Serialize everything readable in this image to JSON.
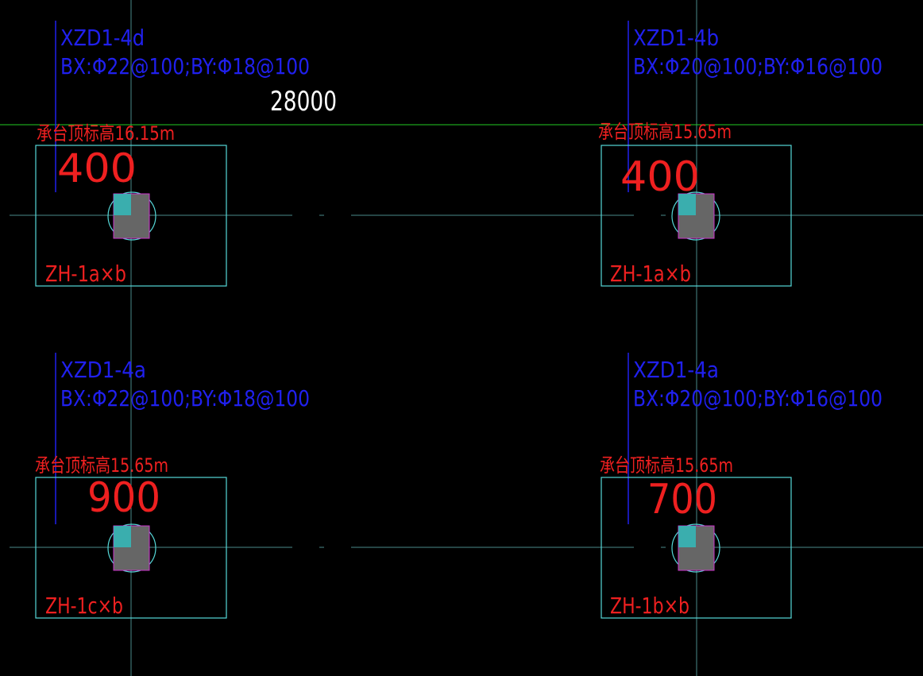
{
  "colors": {
    "background": "#000000",
    "grid_line": "#4a8a8a",
    "green_line": "#22cc22",
    "cap_outline": "#55d8d8",
    "pile_circle": "#55d8d8",
    "pile_fill": "#666666",
    "pile_outline": "#cc33cc",
    "hatch": "#33bbbb",
    "label_blue": "#2020ee",
    "label_red": "#ee2020",
    "label_white": "#ffffff"
  },
  "dimension_text": "28000",
  "foundations": [
    {
      "id": "top-left",
      "beam_tag": "XZD1-4d",
      "reinforcement": "BX:Φ22@100;BY:Φ18@100",
      "cap_elevation": "承台顶标高16.15m",
      "dimension": "400",
      "pile_tag": "ZH-1a×b"
    },
    {
      "id": "top-right",
      "beam_tag": "XZD1-4b",
      "reinforcement": "BX:Φ20@100;BY:Φ16@100",
      "cap_elevation": "承台顶标高15.65m",
      "dimension": "400",
      "pile_tag": "ZH-1a×b"
    },
    {
      "id": "bottom-left",
      "beam_tag": "XZD1-4a",
      "reinforcement": "BX:Φ22@100;BY:Φ18@100",
      "cap_elevation": "承台顶标高15.65m",
      "dimension": "900",
      "pile_tag": "ZH-1c×b"
    },
    {
      "id": "bottom-right",
      "beam_tag": "XZD1-4a",
      "reinforcement": "BX:Φ20@100;BY:Φ16@100",
      "cap_elevation": "承台顶标高15.65m",
      "dimension": "700",
      "pile_tag": "ZH-1b×b"
    }
  ]
}
